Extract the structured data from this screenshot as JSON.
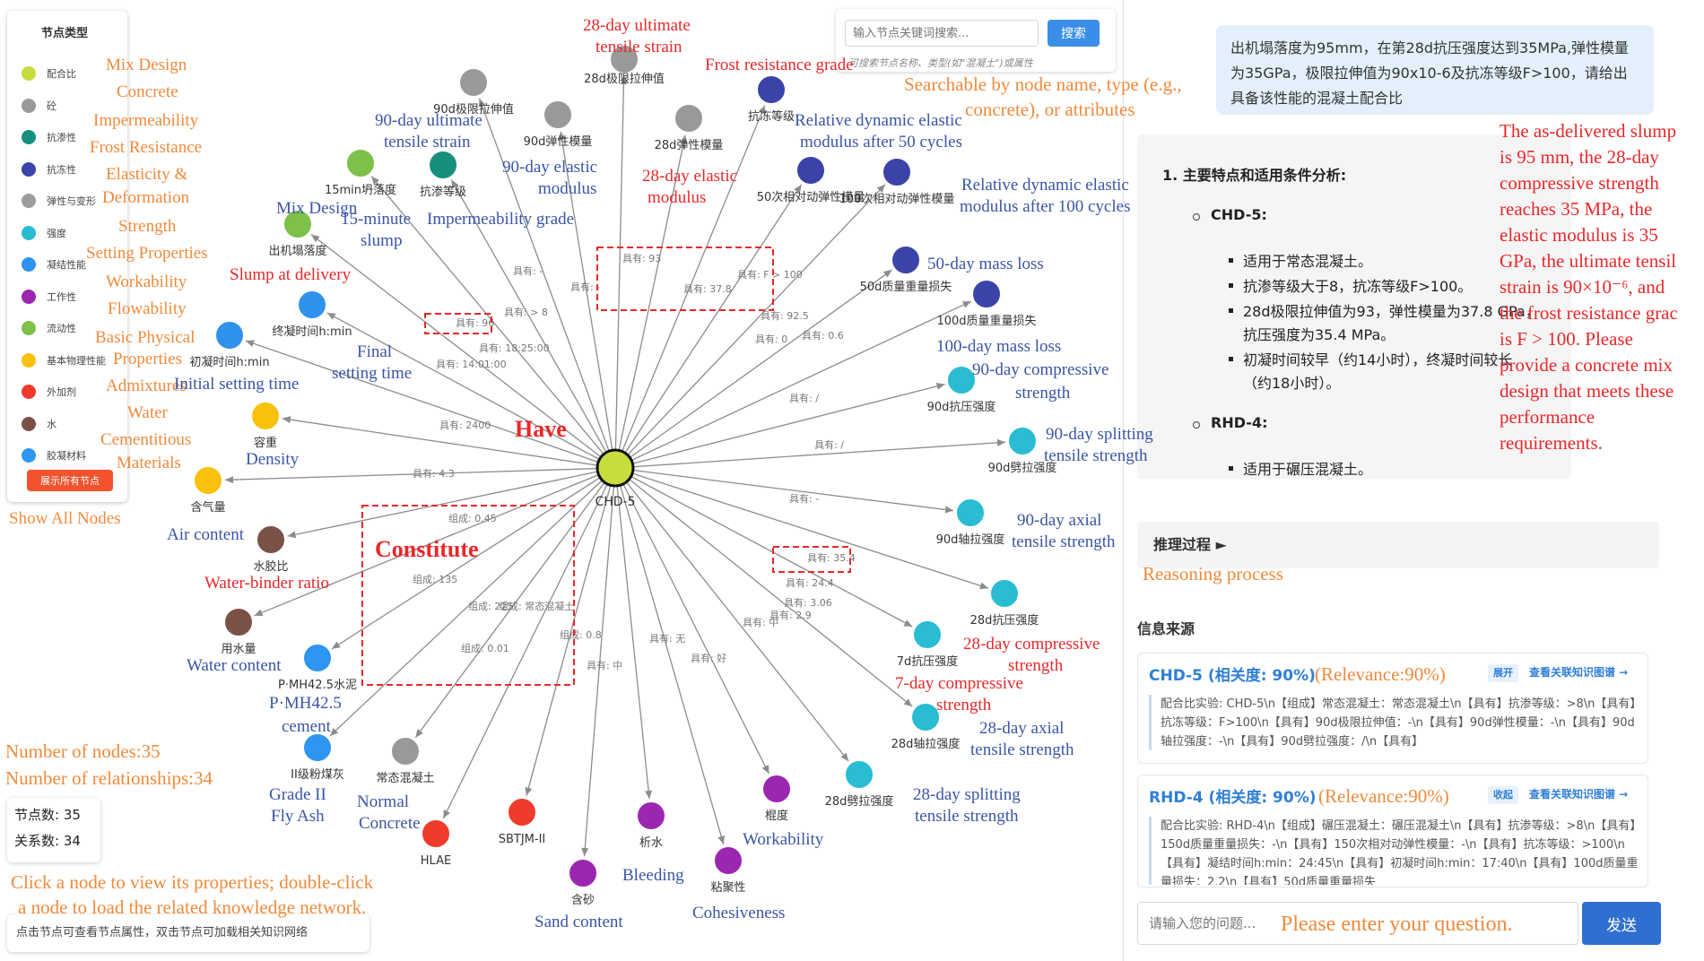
{
  "legend": {
    "title": "节点类型",
    "items": [
      {
        "label": "配合比",
        "color": "#c9dc3e"
      },
      {
        "label": "砼",
        "color": "#999999"
      },
      {
        "label": "抗渗性",
        "color": "#16907c"
      },
      {
        "label": "抗冻性",
        "color": "#3c43a8"
      },
      {
        "label": "弹性与变形",
        "color": "#9c9c9c"
      },
      {
        "label": "强度",
        "color": "#29bcd3"
      },
      {
        "label": "凝结性能",
        "color": "#2f92ec"
      },
      {
        "label": "工作性",
        "color": "#9b27b0"
      },
      {
        "label": "流动性",
        "color": "#7dc04a"
      },
      {
        "label": "基本物理性能",
        "color": "#f8c10d"
      },
      {
        "label": "外加剂",
        "color": "#ef3b2c"
      },
      {
        "label": "水",
        "color": "#7b5147"
      },
      {
        "label": "胶凝材料",
        "color": "#2d96f0"
      }
    ],
    "show_all": "展示所有节点"
  },
  "search": {
    "placeholder": "输入节点关键词搜索...",
    "button": "搜索",
    "hint": "可搜索节点名称、类型(如\"混凝土\")或属性"
  },
  "stats": {
    "nodes": "节点数: 35",
    "relations": "关系数: 34"
  },
  "help_text": "点击节点可查看节点属性，双击节点可加载相关知识网络",
  "graph": {
    "center_label": "CHD-5",
    "nodes": [
      {
        "label": "28d极限拉伸值",
        "color": "#999999"
      },
      {
        "label": "90d极限拉伸值",
        "color": "#999999"
      },
      {
        "label": "90d弹性模量",
        "color": "#999999"
      },
      {
        "label": "28d弹性模量",
        "color": "#999999"
      },
      {
        "label": "抗冻等级",
        "color": "#3c43a8"
      },
      {
        "label": "抗渗等级",
        "color": "#16907c"
      },
      {
        "label": "15min坍落度",
        "color": "#7dc04a"
      },
      {
        "label": "出机塌落度",
        "color": "#7dc04a"
      },
      {
        "label": "50次相对动弹性模量",
        "color": "#3c43a8"
      },
      {
        "label": "100次相对动弹性模量",
        "color": "#3c43a8"
      },
      {
        "label": "50d质量重量损失",
        "color": "#3c43a8"
      },
      {
        "label": "100d质量重量损失",
        "color": "#3c43a8"
      },
      {
        "label": "终凝时间h:min",
        "color": "#2f92ec"
      },
      {
        "label": "初凝时间h:min",
        "color": "#2f92ec"
      },
      {
        "label": "90d抗压强度",
        "color": "#29bcd3"
      },
      {
        "label": "90d劈拉强度",
        "color": "#29bcd3"
      },
      {
        "label": "容重",
        "color": "#f8c10d"
      },
      {
        "label": "含气量",
        "color": "#f8c10d"
      },
      {
        "label": "90d轴拉强度",
        "color": "#29bcd3"
      },
      {
        "label": "水胶比",
        "color": "#7b5147"
      },
      {
        "label": "28d抗压强度",
        "color": "#29bcd3"
      },
      {
        "label": "用水量",
        "color": "#7b5147"
      },
      {
        "label": "7d抗压强度",
        "color": "#29bcd3"
      },
      {
        "label": "P·MH42.5水泥",
        "color": "#2d96f0"
      },
      {
        "label": "28d轴拉强度",
        "color": "#29bcd3"
      },
      {
        "label": "II级粉煤灰",
        "color": "#2d96f0"
      },
      {
        "label": "28d劈拉强度",
        "color": "#29bcd3"
      },
      {
        "label": "常态混凝土",
        "color": "#999999"
      },
      {
        "label": "HLAE",
        "color": "#ef3b2c"
      },
      {
        "label": "SBTJM-II",
        "color": "#ef3b2c"
      },
      {
        "label": "含砂",
        "color": "#9b27b0"
      },
      {
        "label": "析水",
        "color": "#9b27b0"
      },
      {
        "label": "粘聚性",
        "color": "#9b27b0"
      },
      {
        "label": "棍度",
        "color": "#9b27b0"
      }
    ],
    "edge_labels": [
      "具有: -",
      "具有: -",
      "具有: 93",
      "具有: 37.8",
      "具有: F > 100",
      "具有: > 8",
      "具有: 96",
      "具有: 18:25:00",
      "具有: 14:01:00",
      "具有: 92.5",
      "具有: 0",
      "具有: 0.6",
      "具有: /",
      "具有: 2400",
      "具有: /",
      "具有: 4.3",
      "具有: -",
      "组成: 0.45",
      "组成: 135",
      "组成: 225",
      "组成: 常态混凝土",
      "组成: 0.8",
      "组成: 0.01",
      "具有: 35.4",
      "具有: 24.4",
      "具有: 3.06",
      "具有: 2.9",
      "具有: 中",
      "具有: 无",
      "具有: 好",
      "具有: 中"
    ]
  },
  "annotations": {
    "legend_en": [
      "Mix Design",
      "Concrete",
      "Impermeability",
      "Frost Resistance",
      "Elasticity &",
      "Deformation",
      "Strength",
      "Setting Properties",
      "Workability",
      "Flowability",
      "Basic Physical",
      "Properties",
      "Admixtures",
      "Water",
      "Cementitious",
      "Materials"
    ],
    "show_all_en": "Show All Nodes",
    "counts_en": [
      "Number of nodes:35",
      "Number of relationships:34"
    ],
    "help_en": [
      "Click a node to view its properties; double-click",
      "a node to load the related knowledge network."
    ],
    "search_en": [
      "Searchable by node name, type (e.g.,",
      "concrete), or attributes"
    ],
    "have": "Have",
    "constitute": "Constitute",
    "node_en": [
      {
        "t": "28-day ultimate",
        "c": "ann-red"
      },
      {
        "t": "tensile strain",
        "c": "ann-red"
      },
      {
        "t": "Frost resistance grade",
        "c": "ann-red"
      },
      {
        "t": "90-day ultimate",
        "c": "ann-blue"
      },
      {
        "t": "tensile strain",
        "c": "ann-blue"
      },
      {
        "t": "90-day elastic",
        "c": "ann-blue"
      },
      {
        "t": "modulus",
        "c": "ann-blue"
      },
      {
        "t": "28-day elastic",
        "c": "ann-red"
      },
      {
        "t": "modulus",
        "c": "ann-red"
      },
      {
        "t": "Relative dynamic elastic",
        "c": "ann-blue"
      },
      {
        "t": "modulus after 50 cycles",
        "c": "ann-blue"
      },
      {
        "t": "Relative dynamic elastic",
        "c": "ann-blue"
      },
      {
        "t": "modulus after 100 cycles",
        "c": "ann-blue"
      },
      {
        "t": "Mix Design",
        "c": "ann-blue"
      },
      {
        "t": "15-minute",
        "c": "ann-blue"
      },
      {
        "t": "slump",
        "c": "ann-blue"
      },
      {
        "t": "Impermeability grade",
        "c": "ann-blue"
      },
      {
        "t": "Slump at delivery",
        "c": "ann-red"
      },
      {
        "t": "50-day mass loss",
        "c": "ann-blue"
      },
      {
        "t": "100-day mass loss",
        "c": "ann-blue"
      },
      {
        "t": "Final",
        "c": "ann-blue"
      },
      {
        "t": "setting time",
        "c": "ann-blue"
      },
      {
        "t": "Initial setting time",
        "c": "ann-blue"
      },
      {
        "t": "90-day compressive",
        "c": "ann-blue"
      },
      {
        "t": "strength",
        "c": "ann-blue"
      },
      {
        "t": "90-day splitting",
        "c": "ann-blue"
      },
      {
        "t": "tensile strength",
        "c": "ann-blue"
      },
      {
        "t": "Density",
        "c": "ann-blue"
      },
      {
        "t": "Air content",
        "c": "ann-blue"
      },
      {
        "t": "90-day axial",
        "c": "ann-blue"
      },
      {
        "t": "tensile strength",
        "c": "ann-blue"
      },
      {
        "t": "Water-binder ratio",
        "c": "ann-red"
      },
      {
        "t": "28-day compressive",
        "c": "ann-red"
      },
      {
        "t": "strength",
        "c": "ann-red"
      },
      {
        "t": "Water content",
        "c": "ann-blue"
      },
      {
        "t": "7-day compressive",
        "c": "ann-red"
      },
      {
        "t": "strength",
        "c": "ann-red"
      },
      {
        "t": "P·MH42.5",
        "c": "ann-blue"
      },
      {
        "t": "cement",
        "c": "ann-blue"
      },
      {
        "t": "28-day axial",
        "c": "ann-blue"
      },
      {
        "t": "tensile strength",
        "c": "ann-blue"
      },
      {
        "t": "Grade II",
        "c": "ann-blue"
      },
      {
        "t": "Fly Ash",
        "c": "ann-blue"
      },
      {
        "t": "Normal",
        "c": "ann-blue"
      },
      {
        "t": "Concrete",
        "c": "ann-blue"
      },
      {
        "t": "28-day splitting",
        "c": "ann-blue"
      },
      {
        "t": "tensile strength",
        "c": "ann-blue"
      },
      {
        "t": "Workability",
        "c": "ann-blue"
      },
      {
        "t": "Bleeding",
        "c": "ann-blue"
      },
      {
        "t": "Sand content",
        "c": "ann-blue"
      },
      {
        "t": "Cohesiveness",
        "c": "ann-blue"
      }
    ],
    "question_en": [
      "The as-delivered slump",
      "is 95 mm, the 28-day",
      "compressive strength",
      "reaches 35 MPa, the",
      "elastic modulus is 35",
      "GPa, the ultimate tensil",
      "strain is 90×10⁻⁶, and",
      "the frost resistance grac",
      "is F > 100. Please",
      "provide a concrete mix",
      "design that meets these",
      "performance",
      "requirements."
    ],
    "reasoning_en": "Reasoning process",
    "relevance_en": "(Relevance:90%)",
    "input_en": "Please enter your question."
  },
  "chat": {
    "question": "出机塌落度为95mm，在第28d抗压强度达到35MPa,弹性模量为35GPa，极限拉伸值为90x10-6及抗冻等级F>100，请给出具备该性能的混凝土配合比",
    "answer": {
      "heading": "1. 主要特点和适用条件分析:",
      "chd5": "CHD-5:",
      "b1": "适用于常态混凝土。",
      "b2": "抗渗等级大于8，抗冻等级F>100。",
      "b3a": "28d极限拉伸值为93，弹性模量为37.8 GPa，",
      "b3b": "抗压强度为35.4 MPa。",
      "b4a": "初凝时间较早（约14小时），终凝时间较长",
      "b4b": "（约18小时）。",
      "rhd4": "RHD-4:",
      "b5": "适用于碾压混凝土。"
    },
    "reasoning_label": "推理过程 ►",
    "sources_title": "信息来源",
    "sources": [
      {
        "title": "CHD-5 (相关度: 90%)",
        "btn": "展开",
        "link": "查看关联知识图谱 →",
        "body": "配合比实验: CHD-5\\n【组成】常态混凝土：常态混凝土\\n【具有】抗渗等级：>8\\n【具有】抗冻等级：F>100\\n【具有】90d极限拉伸值：-\\n【具有】90d弹性模量：-\\n【具有】90d轴拉强度：-\\n【具有】90d劈拉强度：/\\n【具有】"
      },
      {
        "title": "RHD-4 (相关度: 90%)",
        "btn": "收起",
        "link": "查看关联知识图谱 →",
        "body": "配合比实验: RHD-4\\n【组成】碾压混凝土：碾压混凝土\\n【具有】抗渗等级：>8\\n【具有】150d质量重量损失：-\\n【具有】150次相对动弹性模量：-\\n【具有】抗冻等级：>100\\n【具有】凝结时间h:min：24:45\\n【具有】初凝时间h:min：17:40\\n【具有】100d质量重量损失：2.2\\n【具有】50d质量重量损失"
      }
    ],
    "input_placeholder": "请输入您的问题...",
    "send": "发送"
  }
}
